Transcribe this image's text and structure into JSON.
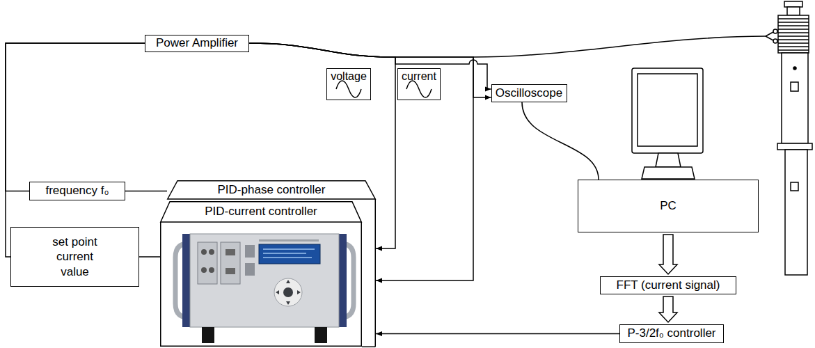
{
  "diagram": {
    "nodes": [
      {
        "text": [
          "Power Amplifier"
        ]
      },
      {
        "text": [
          "voltage"
        ]
      },
      {
        "text": [
          "current"
        ]
      },
      {
        "text": [
          "Oscilloscope"
        ]
      },
      {
        "text": [
          "PC"
        ]
      },
      {
        "text": [
          "frequency f₀"
        ]
      },
      {
        "text": [
          "PID-phase controller"
        ]
      },
      {
        "text": [
          "PID-current controller"
        ]
      },
      {
        "text": [
          "set point current value"
        ]
      },
      {
        "text": [
          "FFT (current signal)"
        ]
      },
      {
        "text": [
          "P-3/2f₀ controller"
        ]
      }
    ],
    "edges": [
      {
        "from": 5,
        "to": 0,
        "arrow": "none"
      },
      {
        "from": 8,
        "to": 0,
        "arrow": "none"
      },
      {
        "from": 5,
        "to": 6,
        "arrow": "none"
      },
      {
        "from": 8,
        "to": 7,
        "arrow": "none"
      },
      {
        "from": 0,
        "to": 6,
        "arrow": "to"
      },
      {
        "from": 0,
        "to": 6,
        "arrow": "to"
      },
      {
        "from": 0,
        "to": 3,
        "arrow": "to"
      },
      {
        "from": 0,
        "to": 3,
        "arrow": "to"
      },
      {
        "from": 3,
        "to": 4,
        "arrow": "none"
      },
      {
        "from": 4,
        "to": 9,
        "arrow": "to"
      },
      {
        "from": 9,
        "to": 10,
        "arrow": "to"
      },
      {
        "from": 10,
        "to": 6,
        "arrow": "to"
      }
    ]
  }
}
